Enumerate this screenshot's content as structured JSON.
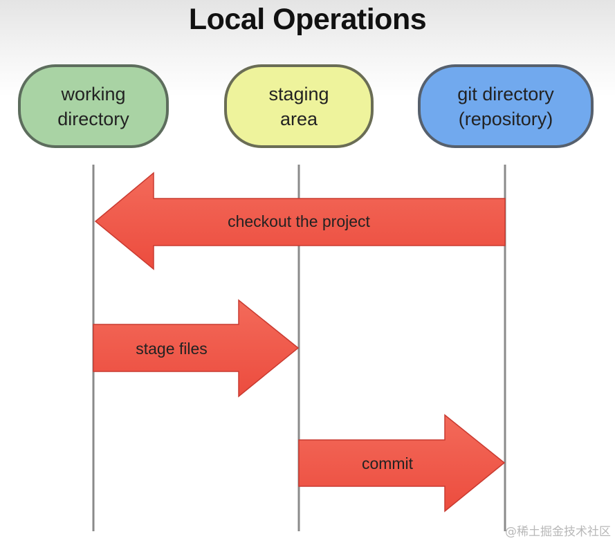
{
  "title": "Local Operations",
  "nodes": [
    {
      "id": "working",
      "line1": "working",
      "line2": "directory",
      "fill": "#a9d3a4",
      "stroke": "#5d6d5d"
    },
    {
      "id": "staging",
      "line1": "staging",
      "line2": "area",
      "fill": "#eef39c",
      "stroke": "#6a6d55"
    },
    {
      "id": "git",
      "line1": "git directory",
      "line2": "(repository)",
      "fill": "#71a9ee",
      "stroke": "#56606d"
    }
  ],
  "arrows": [
    {
      "id": "checkout",
      "label": "checkout the project",
      "from": "git",
      "to": "working"
    },
    {
      "id": "stage",
      "label": "stage files",
      "from": "working",
      "to": "staging"
    },
    {
      "id": "commit",
      "label": "commit",
      "from": "staging",
      "to": "git"
    }
  ],
  "colors": {
    "arrow_fill": "#f05848",
    "arrow_stroke": "#c93a30",
    "lifeline": "#8a8a8a"
  },
  "watermark": "@稀土掘金技术社区"
}
